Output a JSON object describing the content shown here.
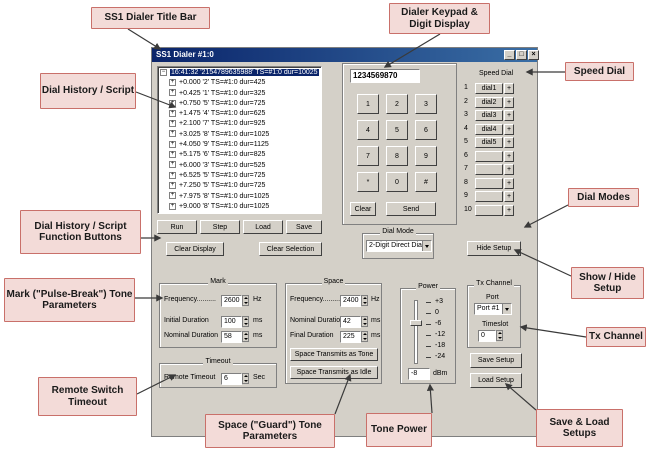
{
  "callouts": {
    "title_bar": "SS1 Dialer Title Bar",
    "keypad_display": "Dialer Keypad & Digit Display",
    "speed_dial": "Speed Dial",
    "dial_history": "Dial History / Script",
    "dial_modes": "Dial Modes",
    "history_buttons": "Dial History / Script Function Buttons",
    "show_hide": "Show / Hide Setup",
    "mark_params": "Mark (\"Pulse-Break\") Tone Parameters",
    "tx_channel": "Tx Channel",
    "remote_switch": "Remote Switch Timeout",
    "space_params": "Space (\"Guard\") Tone Parameters",
    "tone_power": "Tone Power",
    "save_load": "Save & Load Setups"
  },
  "window": {
    "title": "SS1 Dialer #1:0",
    "min": "_",
    "max": "□",
    "close": "×"
  },
  "history": {
    "root": "16:41:32 '2154789635988' TS=#1:0 dur=10025",
    "items": [
      "+0.000 '2' TS=#1:0 dur=425",
      "+0.425 '1' TS=#1:0 dur=325",
      "+0.750 '5' TS=#1:0 dur=725",
      "+1.475 '4' TS=#1:0 dur=625",
      "+2.100 '7' TS=#1:0 dur=925",
      "+3.025 '8' TS=#1:0 dur=1025",
      "+4.050 '9' TS=#1:0 dur=1125",
      "+5.175 '6' TS=#1:0 dur=825",
      "+6.000 '3' TS=#1:0 dur=525",
      "+6.525 '5' TS=#1:0 dur=725",
      "+7.250 '5' TS=#1:0 dur=725",
      "+7.975 '8' TS=#1:0 dur=1025",
      "+9.000 '8' TS=#1:0 dur=1025"
    ],
    "buttons": {
      "run": "Run",
      "step": "Step",
      "load": "Load",
      "save": "Save",
      "clear_display": "Clear Display",
      "clear_selection": "Clear Selection"
    }
  },
  "keypad": {
    "display": "1234569870",
    "keys": [
      "1",
      "2",
      "3",
      "4",
      "5",
      "6",
      "7",
      "8",
      "9",
      "*",
      "0",
      "#"
    ],
    "clear": "Clear",
    "send": "Send"
  },
  "speed_dial": {
    "title": "Speed Dial",
    "rows": [
      {
        "num": "1",
        "label": "dial1",
        "plus": "+"
      },
      {
        "num": "2",
        "label": "dial2",
        "plus": "+"
      },
      {
        "num": "3",
        "label": "dial3",
        "plus": "+"
      },
      {
        "num": "4",
        "label": "dial4",
        "plus": "+"
      },
      {
        "num": "5",
        "label": "dial5",
        "plus": "+"
      },
      {
        "num": "6",
        "label": "",
        "plus": "+"
      },
      {
        "num": "7",
        "label": "",
        "plus": "+"
      },
      {
        "num": "8",
        "label": "",
        "plus": "+"
      },
      {
        "num": "9",
        "label": "",
        "plus": "+"
      },
      {
        "num": "10",
        "label": "",
        "plus": "+"
      }
    ]
  },
  "dial_mode": {
    "label": "Dial Mode",
    "value": "2-Digit Direct Dial"
  },
  "hide_setup": "Hide Setup",
  "mark": {
    "title": "Mark",
    "frequency_label": "Frequency..........",
    "frequency": "2600",
    "frequency_unit": "Hz",
    "initial_label": "Initial Duration",
    "initial": "100",
    "initial_unit": "ms",
    "nominal_label": "Nominal Duration",
    "nominal": "58",
    "nominal_unit": "ms"
  },
  "space": {
    "title": "Space",
    "frequency_label": "Frequency..........",
    "frequency": "2400",
    "frequency_unit": "Hz",
    "nominal_label": "Nominal Duration",
    "nominal": "42",
    "nominal_unit": "ms",
    "final_label": "Final Duration",
    "final": "225",
    "final_unit": "ms",
    "transmits_tone": "Space Transmits as Tone",
    "transmits_idle": "Space Transmits as Idle"
  },
  "power": {
    "title": "Power",
    "ticks": [
      "+3",
      "0",
      "-6",
      "-12",
      "-18",
      "-24"
    ],
    "value": "-8",
    "unit": "dBm"
  },
  "timeout": {
    "title": "Timeout",
    "label": "Remote Timeout",
    "value": "6",
    "unit": "Sec"
  },
  "tx_channel": {
    "title": "Tx Channel",
    "port_label": "Port",
    "port": "Port #1",
    "timeslot_label": "Timeslot",
    "timeslot": "0"
  },
  "setup": {
    "save": "Save Setup",
    "load": "Load Setup"
  },
  "colors": {
    "callout_bg": "#f3dbd8",
    "callout_border": "#c9706a",
    "arrow": "#3a3a3a",
    "window_face": "#d4d0c8",
    "title_bar": "#0a246a"
  }
}
